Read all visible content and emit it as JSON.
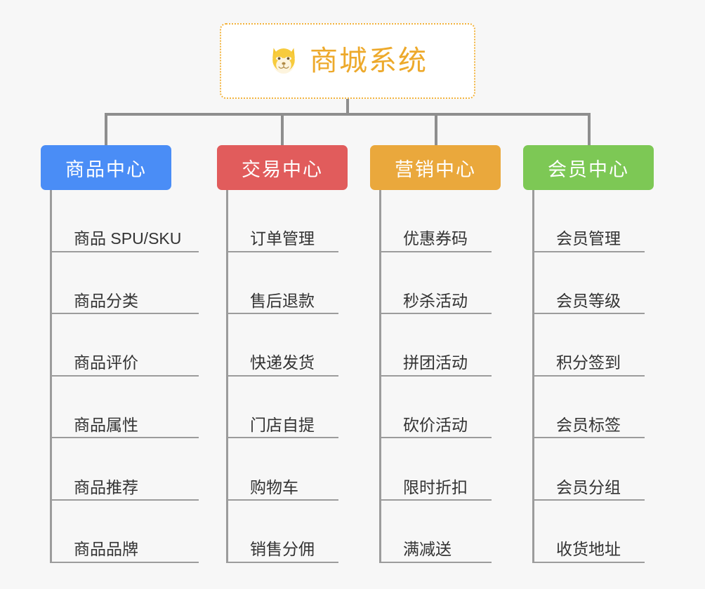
{
  "root": {
    "icon": "dog-face-icon",
    "title": "商城系统",
    "accent_color": "#eda92b",
    "border_color": "#f2b33d"
  },
  "page": {
    "background_color": "#f7f7f7",
    "connector_color": "#8e8e8e",
    "leaf_line_color": "#9c9c9c",
    "leaf_text_color": "#333333"
  },
  "categories": [
    {
      "label": "商品中心",
      "color": "#4a8df6",
      "items": [
        "商品 SPU/SKU",
        "商品分类",
        "商品评价",
        "商品属性",
        "商品推荐",
        "商品品牌"
      ]
    },
    {
      "label": "交易中心",
      "color": "#e15c5c",
      "items": [
        "订单管理",
        "售后退款",
        "快递发货",
        "门店自提",
        "购物车",
        "销售分佣"
      ]
    },
    {
      "label": "营销中心",
      "color": "#eaa83c",
      "items": [
        "优惠券码",
        "秒杀活动",
        "拼团活动",
        "砍价活动",
        "限时折扣",
        "满减送"
      ]
    },
    {
      "label": "会员中心",
      "color": "#7dc košt"
    }
  ]
}
